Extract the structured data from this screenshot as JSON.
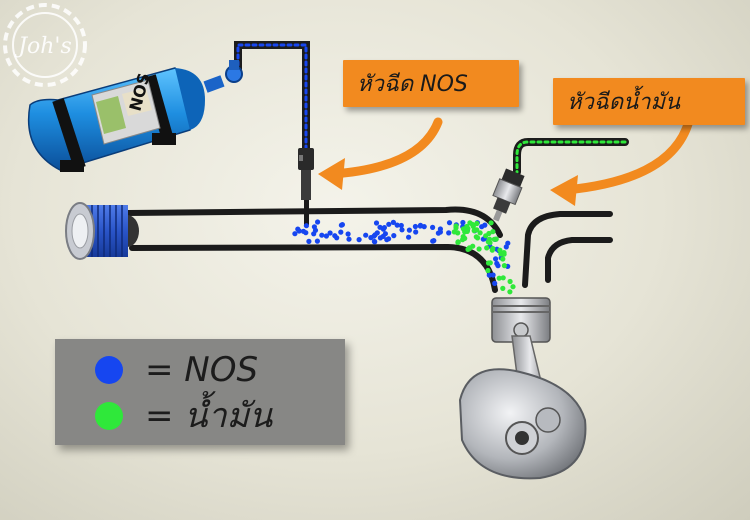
{
  "callouts": {
    "nos_injector": "หัวฉีด NOS",
    "fuel_injector": "หัวฉีดน้ำมัน"
  },
  "legend": {
    "nos": {
      "label": "= NOS",
      "color": "#1646f0"
    },
    "fuel": {
      "label": "= น้ำมัน",
      "color": "#2fe83a"
    }
  },
  "tank": {
    "label": "NOS"
  },
  "logo": {
    "text": "Joh's"
  },
  "colors": {
    "callout": "#f28a1f",
    "legend_bg": "#878785",
    "tank": "#1e8ee0",
    "filter": "#2a55c8"
  }
}
